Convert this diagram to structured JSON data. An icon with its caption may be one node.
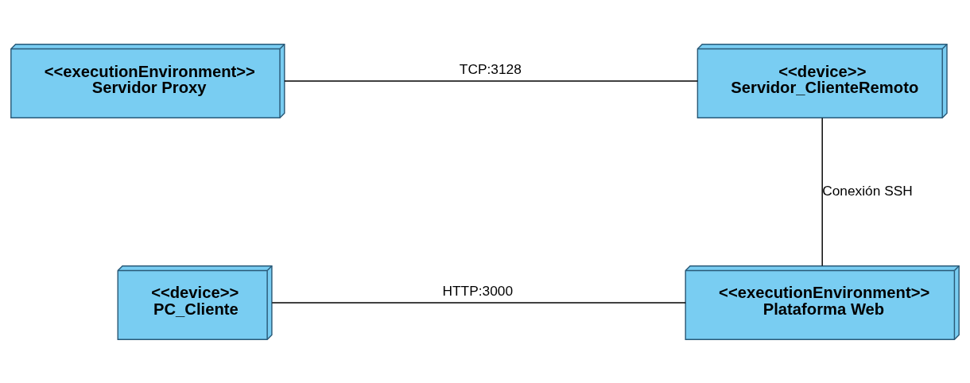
{
  "diagram": {
    "nodes": [
      {
        "text": [
          "<<executionEnvironment>>",
          "Servidor Proxy"
        ]
      },
      {
        "text": [
          "<<device>>",
          "Servidor_ClienteRemoto"
        ]
      },
      {
        "text": [
          "<<device>>",
          "PC_Cliente"
        ]
      },
      {
        "text": [
          "<<executionEnvironment>>",
          "Plataforma Web"
        ]
      }
    ],
    "edges": [
      {
        "from": 0,
        "to": 1,
        "arrow": "none",
        "label": "TCP:3128"
      },
      {
        "from": 1,
        "to": 3,
        "arrow": "none",
        "label": "Conexión SSH"
      },
      {
        "from": 2,
        "to": 3,
        "arrow": "none",
        "label": "HTTP:3000"
      }
    ]
  }
}
